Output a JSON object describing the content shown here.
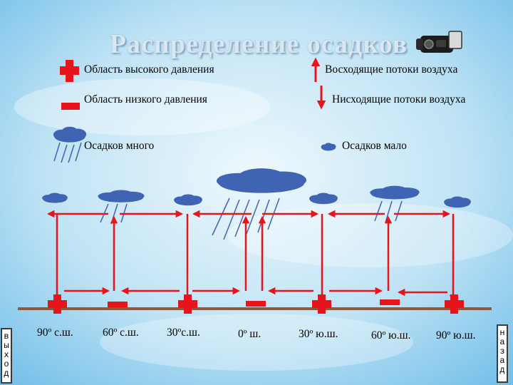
{
  "title": "Распределение осадков",
  "legend": {
    "high_pressure": "Область высокого давления",
    "low_pressure": "Область низкого давления",
    "ascending": "Восходящие потоки воздуха",
    "descending": "Нисходящие потоки воздуха",
    "much_precip": "Осадков много",
    "little_precip": "Осадков мало"
  },
  "latitudes": [
    "90º с.ш.",
    "60º с.ш.",
    "30ºс.ш.",
    "0º ш.",
    "30º ю.ш.",
    "60º ю.ш.",
    "90º ю.ш."
  ],
  "pressure_belts": [
    "high",
    "low",
    "high",
    "low",
    "high",
    "low",
    "high"
  ],
  "nav": {
    "exit_letters": [
      "в",
      "ы",
      "х",
      "о",
      "д"
    ],
    "back_letters": [
      "н",
      "а",
      "з",
      "а",
      "д"
    ]
  },
  "colors": {
    "red": "#e8141b",
    "cloud": "#3f64b4",
    "ground": "#8b5a3c",
    "sky_light": "#dff1fb",
    "sky": "#7cc3ea"
  },
  "icons": {
    "camera": "camera-icon",
    "cloud": "cloud-icon"
  }
}
